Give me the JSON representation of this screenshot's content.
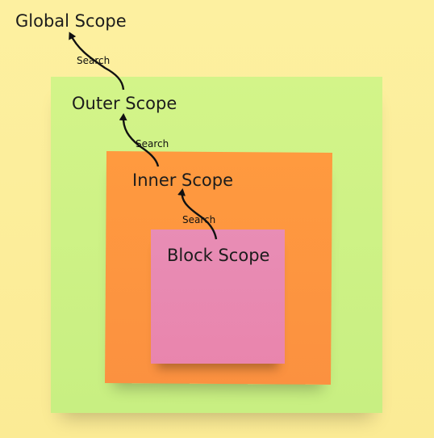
{
  "scopes": {
    "global": {
      "label": "Global Scope",
      "color": "#fbeb95"
    },
    "outer": {
      "label": "Outer Scope",
      "color": "#c8ef82"
    },
    "inner": {
      "label": "Inner Scope",
      "color": "#fb9140"
    },
    "block": {
      "label": "Block Scope",
      "color": "#e985ad"
    }
  },
  "arrows": [
    {
      "from": "block",
      "to": "inner",
      "label": "Search"
    },
    {
      "from": "inner",
      "to": "outer",
      "label": "Search"
    },
    {
      "from": "outer",
      "to": "global",
      "label": "Search"
    }
  ]
}
